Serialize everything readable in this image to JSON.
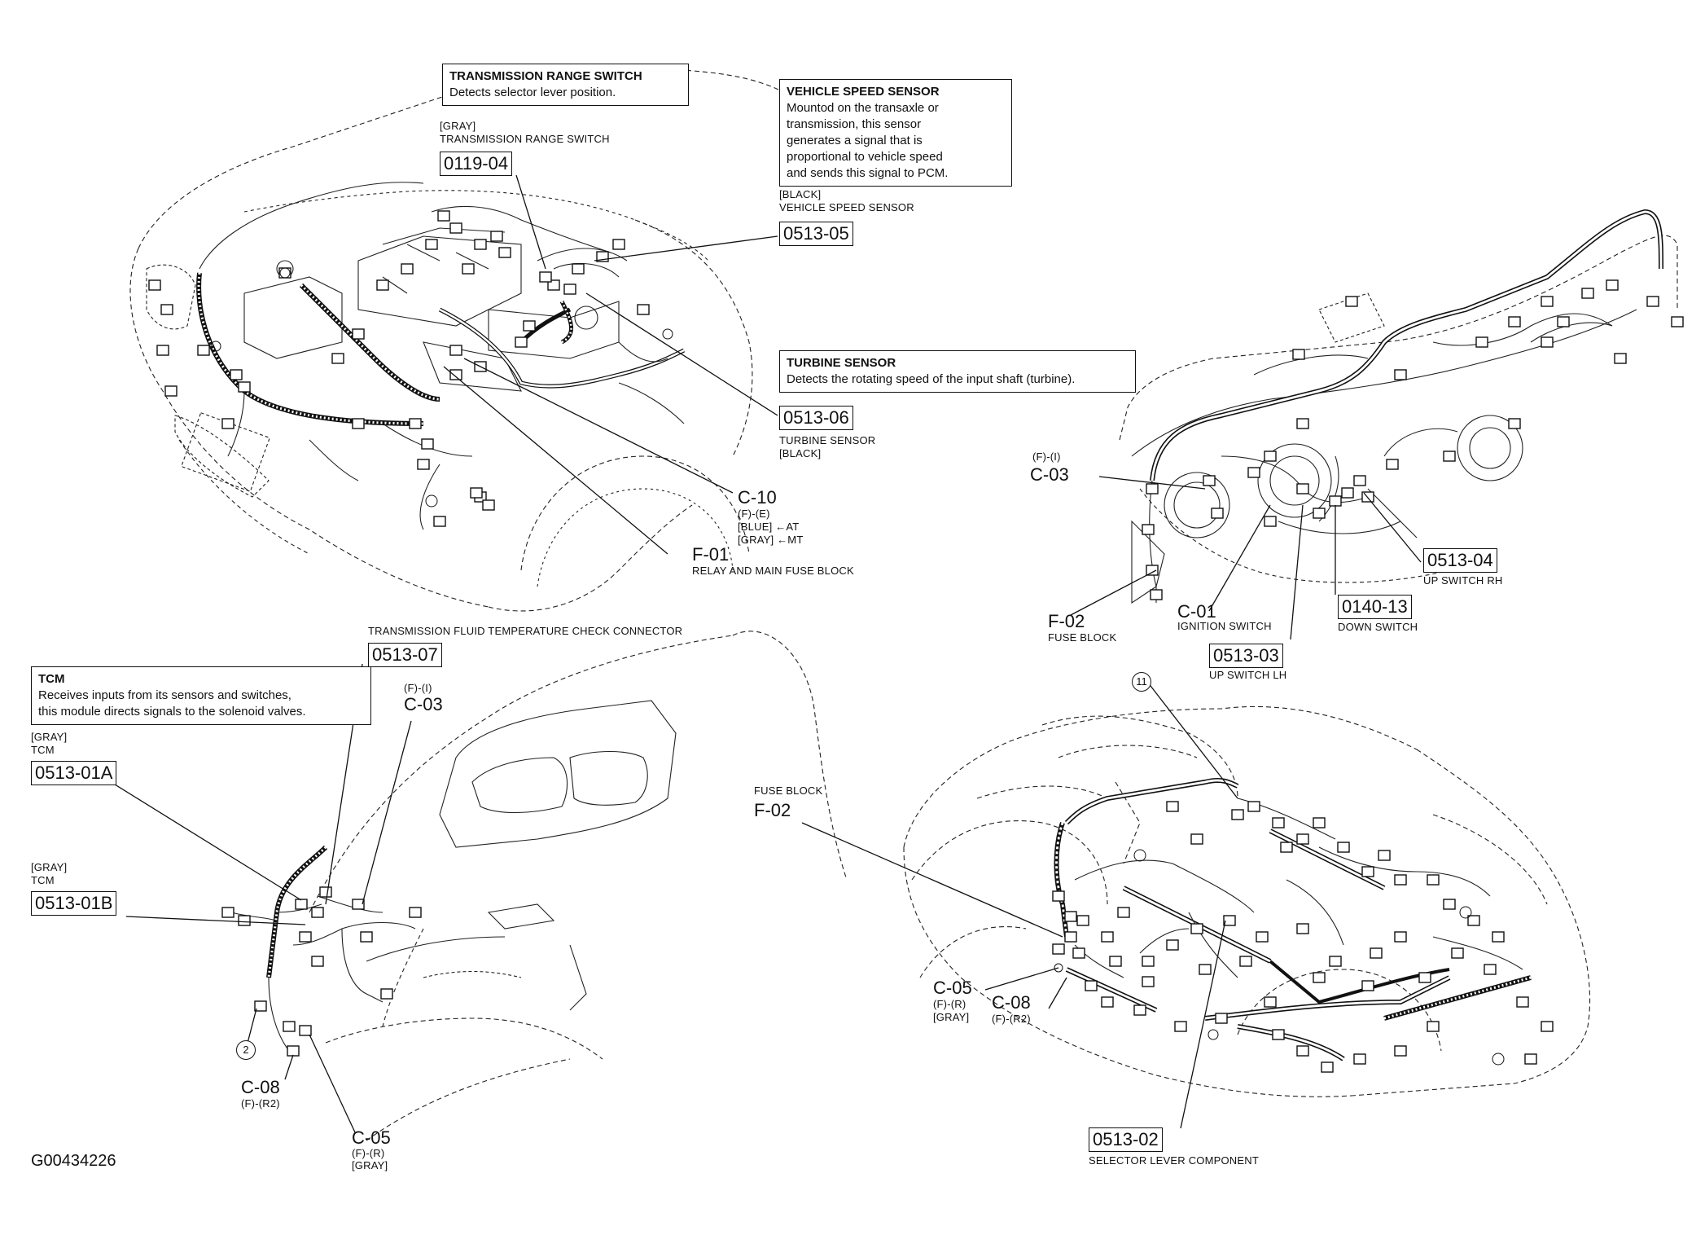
{
  "callouts": {
    "trs": {
      "title": "TRANSMISSION RANGE SWITCH",
      "desc": "Detects selector lever position."
    },
    "vss": {
      "title": "VEHICLE SPEED SENSOR",
      "desc": "Mountod on the transaxle or\ntransmission, this sensor\ngenerates a signal that is\nproportional to vehicle speed\nand sends this signal to PCM."
    },
    "turbine": {
      "title": "TURBINE SENSOR",
      "desc": "Detects the rotating speed of the input shaft (turbine)."
    },
    "tcm": {
      "title": "TCM",
      "desc": "Receives inputs from its sensors and switches,\nthis module directs signals to the solenoid valves."
    }
  },
  "engine_bay": {
    "c0119_04": {
      "color": "[GRAY]",
      "name": "TRANSMISSION RANGE SWITCH",
      "code": "0119-04"
    },
    "c0513_05": {
      "color": "[BLACK]",
      "name": "VEHICLE SPEED SENSOR",
      "code": "0513-05"
    },
    "c0513_06": {
      "code": "0513-06",
      "name": "TURBINE SENSOR",
      "color": "[BLACK]"
    },
    "c10": {
      "code": "C-10",
      "l1": "(F)-(E)",
      "l2": "[BLUE] ←AT",
      "l3": "[GRAY] ←MT"
    },
    "f01": {
      "code": "F-01",
      "name": "RELAY AND MAIN FUSE BLOCK"
    }
  },
  "dashboard": {
    "c03": {
      "sub": "(F)-(I)",
      "code": "C-03"
    },
    "f02": {
      "code": "F-02",
      "name": "FUSE BLOCK"
    },
    "c01": {
      "code": "C-01",
      "name": "IGNITION SWITCH"
    },
    "c0513_04": {
      "code": "0513-04",
      "name": "UP SWITCH RH"
    },
    "c0140_13": {
      "code": "0140-13",
      "name": "DOWN SWITCH"
    },
    "c0513_03": {
      "code": "0513-03",
      "name": "UP SWITCH LH"
    }
  },
  "console": {
    "tftc": {
      "name": "TRANSMISSION FLUID TEMPERATURE CHECK CONNECTOR",
      "code": "0513-07"
    },
    "c03": {
      "sub": "(F)-(I)",
      "code": "C-03"
    },
    "tcm_a": {
      "color": "[GRAY]",
      "name": "TCM",
      "code": "0513-01A"
    },
    "tcm_b": {
      "color": "[GRAY]",
      "name": "TCM",
      "code": "0513-01B"
    },
    "marker": "2",
    "c08": {
      "code": "C-08",
      "sub": "(F)-(R2)"
    },
    "c05": {
      "code": "C-05",
      "sub": "(F)-(R)",
      "color": "[GRAY]"
    }
  },
  "body": {
    "marker": "11",
    "f02": {
      "name": "FUSE BLOCK",
      "code": "F-02"
    },
    "c05": {
      "code": "C-05",
      "sub": "(F)-(R)",
      "color": "[GRAY]"
    },
    "c08": {
      "code": "C-08",
      "sub": "(F)-(R2)"
    },
    "c0513_02": {
      "code": "0513-02",
      "name": "SELECTOR LEVER COMPONENT"
    }
  },
  "figure_id": "G00434226"
}
